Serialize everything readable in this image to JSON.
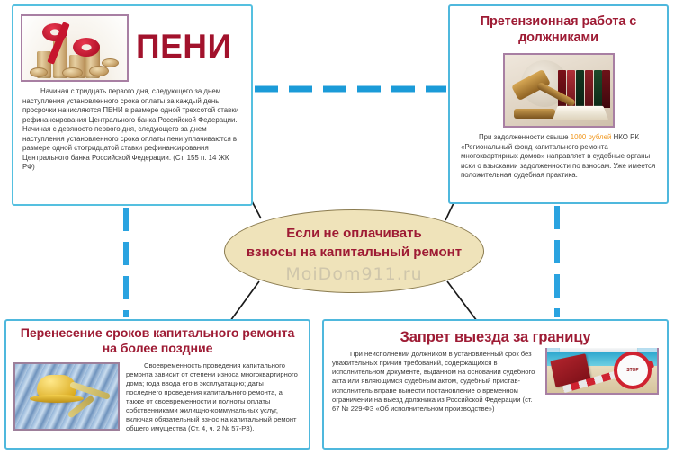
{
  "infographic": {
    "watermark": "MoiDom911.ru",
    "accent_border": "#4fb8dd",
    "title_color": "#9e1b34",
    "oval_fill": "#efe3ba",
    "highlight_color": "#f0951a"
  },
  "center": {
    "line1": "Если не оплачивать",
    "line2": "взносы на капитальный ремонт",
    "watermark": "MoiDom911.ru"
  },
  "boxes": {
    "peni": {
      "title": "ПЕНИ",
      "image_name": "coins-and-percent-sign-photo",
      "body": "Начиная с тридцать первого дня, следующего за днем наступления установленного срока оплаты за каждый день просрочки начисляются ПЕНИ в размере одной трехсотой ставки рефинансирования Центрального банка Российской Федерации. Начиная с девяносто первого дня, следующего за днем наступления установленного срока оплаты пени уплачиваются в размере одной стотридцатой ставки рефинансирования Центрального банка Российской Федерации. (Ст. 155 п. 14 ЖК РФ)"
    },
    "claim": {
      "title": "Претензионная работа с должниками",
      "image_name": "gavel-and-law-books-photo",
      "body_part1": "При задолженности свыше ",
      "body_highlight": "1000 рублей",
      "body_part2": " НКО РК «Региональный фонд капитального ремонта многоквартирных домов» направляет в судебные органы иски о взыскании задолженности по взносам. Уже имеется положительная судебная практика."
    },
    "defer": {
      "title": "Перенесение сроков капитального ремонта на более поздние",
      "image_name": "hard-hat-and-pipes-photo",
      "body": "Своевременность проведения капитального ремонта зависит от степени износа многоквартирного дома; года ввода его в эксплуатацию; даты последнего проведения капитального ремонта, а также от своевременности и полноты оплаты собственниками жилищно-коммунальных услуг, включая обязательный взнос на капитальный ремонт общего имущества (Ст. 4, ч. 2 № 57-РЗ)."
    },
    "ban": {
      "title": "Запрет выезда за границу",
      "image_name": "cruise-ship-passport-stop-sign-photo",
      "stop_sign_label": "STOP",
      "body": "При неисполнении должником в установленный срок без уважительных причин требований, содержащихся в исполнительном документе, выданном на основании судебного акта или являющимся судебным актом, судебный пристав-исполнитель вправе вынести постановление о временном ограничении на выезд должника из Российской Федерации (ст. 67 № 229-ФЗ «Об исполнительном производстве»)"
    }
  }
}
